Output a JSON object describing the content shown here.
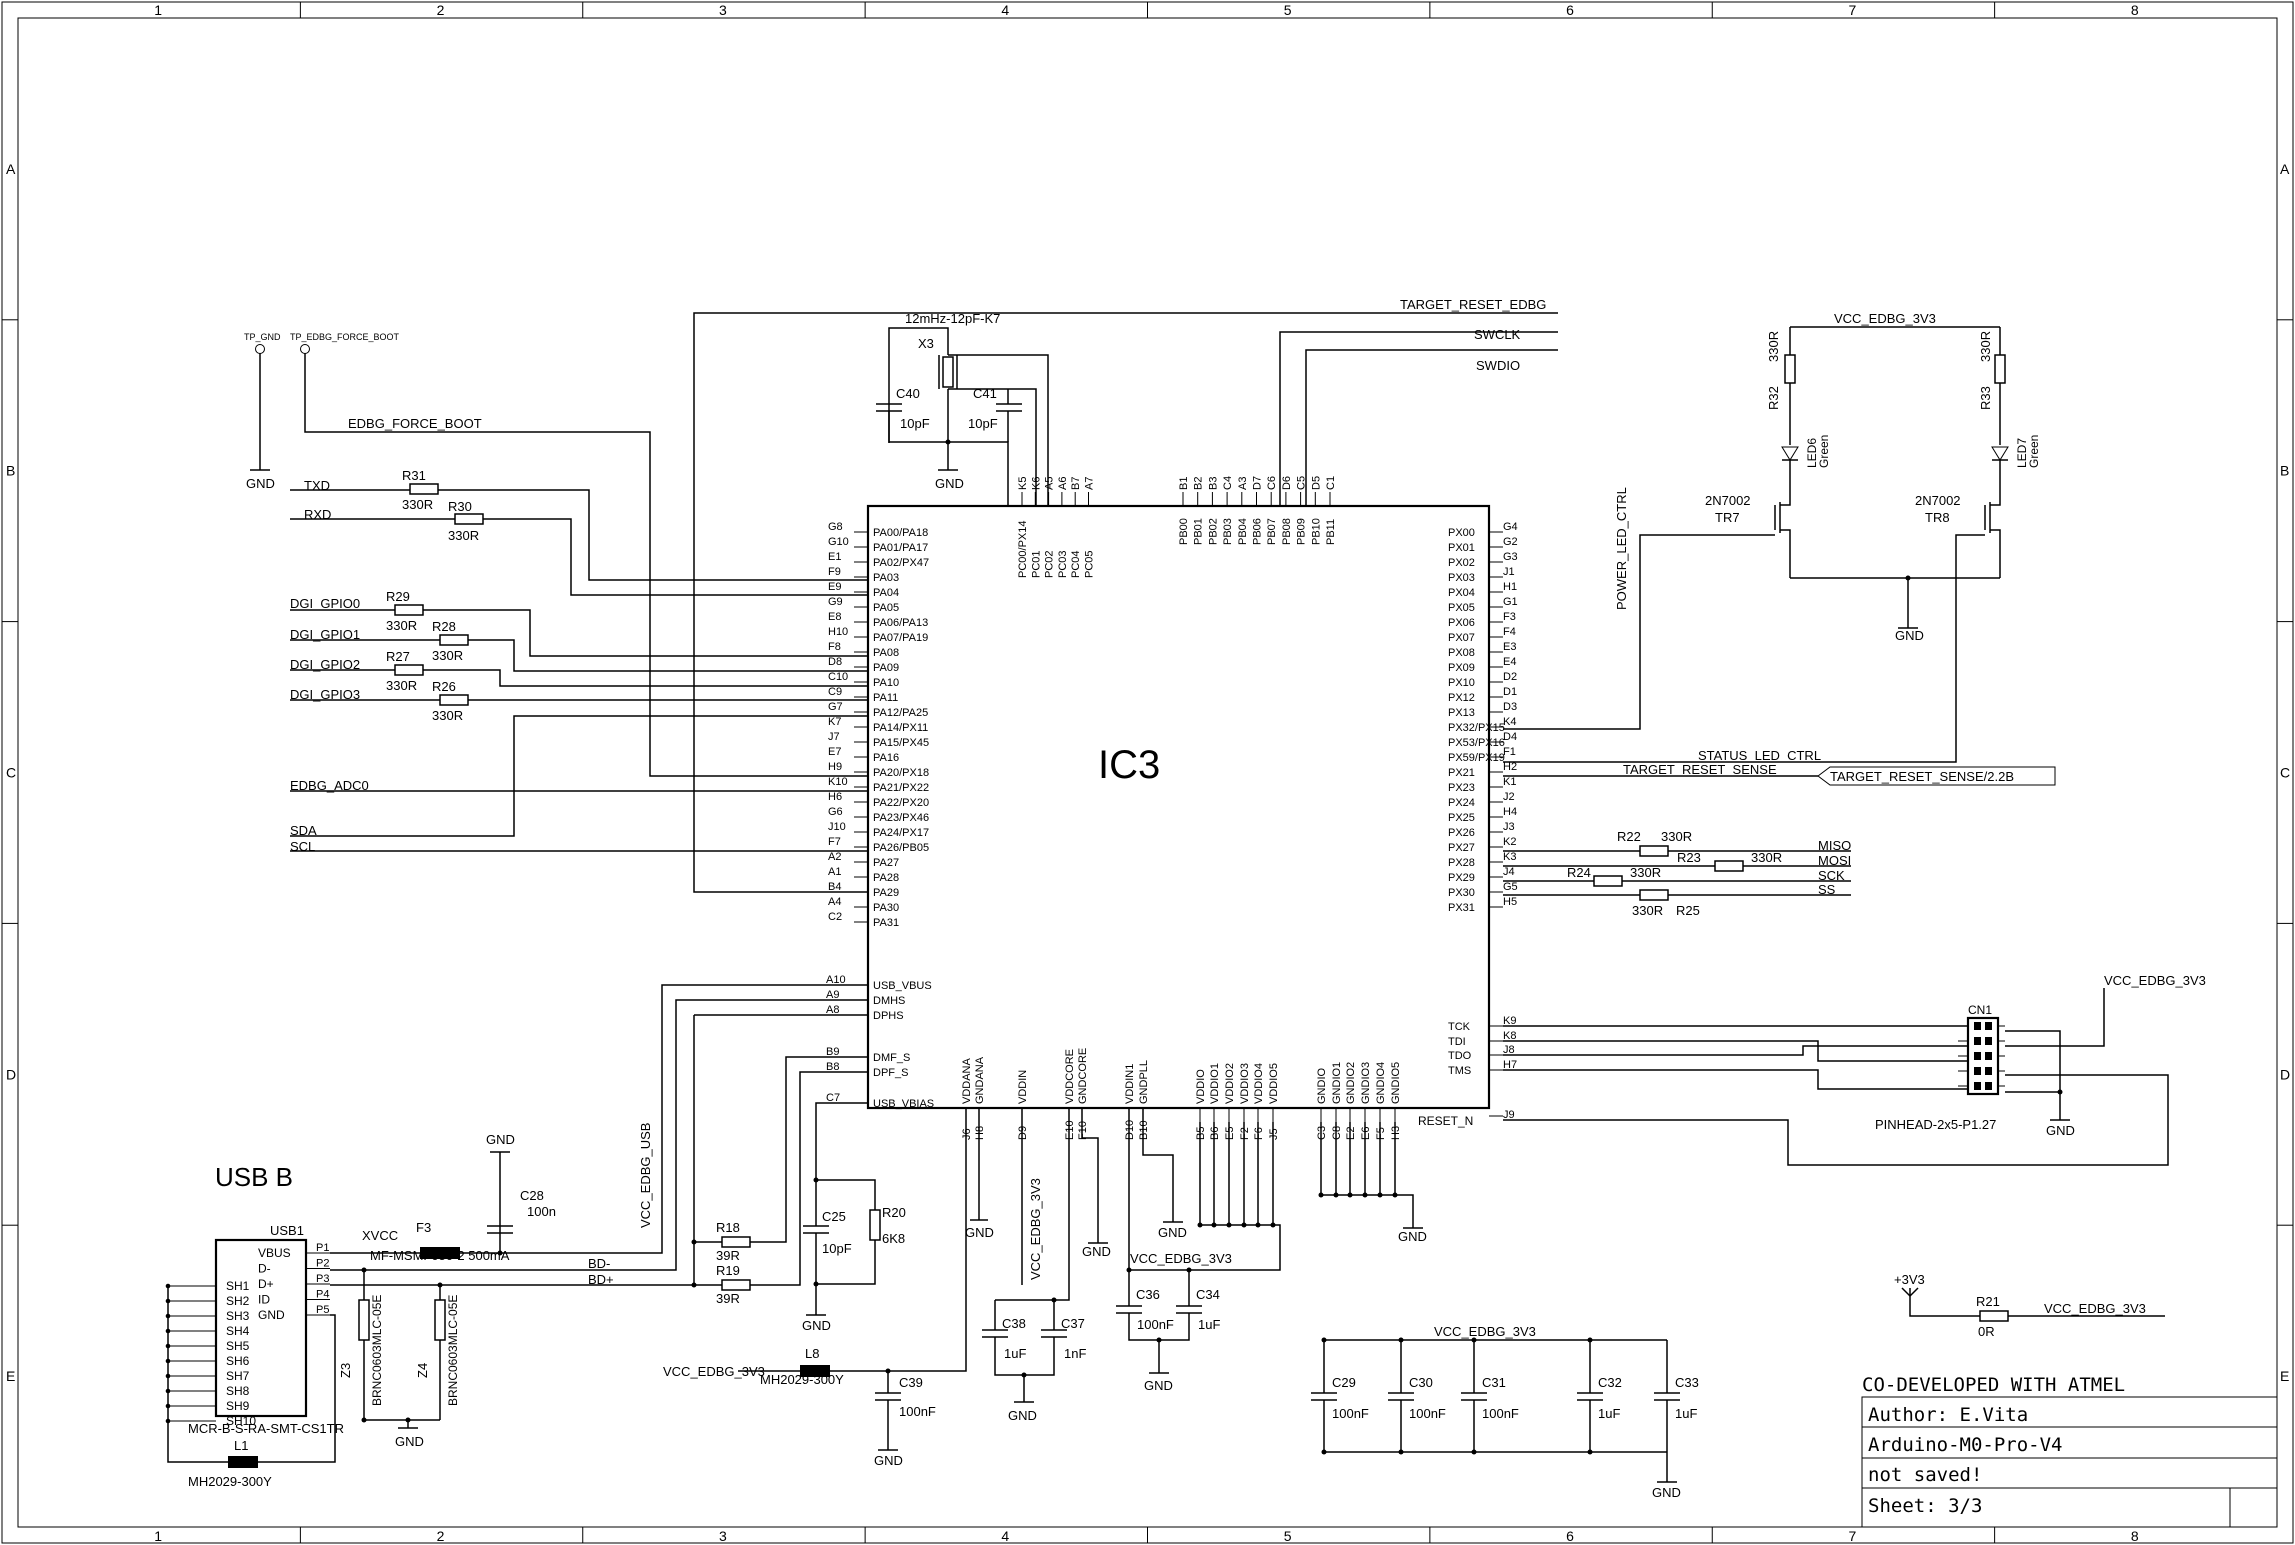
{
  "frame": {
    "cols": [
      "1",
      "2",
      "3",
      "4",
      "5",
      "6",
      "7",
      "8"
    ],
    "rows": [
      "A",
      "B",
      "C",
      "D",
      "E"
    ]
  },
  "ic3": {
    "name": "IC3",
    "left_pins": [
      {
        "num": "G8",
        "label": "PA00/PA18"
      },
      {
        "num": "G10",
        "label": "PA01/PA17"
      },
      {
        "num": "E1",
        "label": "PA02/PX47"
      },
      {
        "num": "F9",
        "label": "PA03"
      },
      {
        "num": "E9",
        "label": "PA04"
      },
      {
        "num": "G9",
        "label": "PA05"
      },
      {
        "num": "E8",
        "label": "PA06/PA13"
      },
      {
        "num": "H10",
        "label": "PA07/PA19"
      },
      {
        "num": "F8",
        "label": "PA08"
      },
      {
        "num": "D8",
        "label": "PA09"
      },
      {
        "num": "C10",
        "label": "PA10"
      },
      {
        "num": "C9",
        "label": "PA11"
      },
      {
        "num": "G7",
        "label": "PA12/PA25"
      },
      {
        "num": "K7",
        "label": "PA14/PX11"
      },
      {
        "num": "J7",
        "label": "PA15/PX45"
      },
      {
        "num": "E7",
        "label": "PA16"
      },
      {
        "num": "H9",
        "label": "PA20/PX18"
      },
      {
        "num": "K10",
        "label": "PA21/PX22"
      },
      {
        "num": "H6",
        "label": "PA22/PX20"
      },
      {
        "num": "G6",
        "label": "PA23/PX46"
      },
      {
        "num": "J10",
        "label": "PA24/PX17"
      },
      {
        "num": "F7",
        "label": "PA26/PB05"
      },
      {
        "num": "A2",
        "label": "PA27"
      },
      {
        "num": "A1",
        "label": "PA28"
      },
      {
        "num": "B4",
        "label": "PA29"
      },
      {
        "num": "A4",
        "label": "PA30"
      },
      {
        "num": "C2",
        "label": "PA31"
      }
    ],
    "usb_pins": [
      {
        "num": "A10",
        "label": "USB_VBUS"
      },
      {
        "num": "A9",
        "label": "DMHS"
      },
      {
        "num": "A8",
        "label": "DPHS"
      },
      {
        "num": "B9",
        "label": "DMF_S"
      },
      {
        "num": "B8",
        "label": "DPF_S"
      },
      {
        "num": "C7",
        "label": "USB_VBIAS"
      }
    ],
    "right_pins": [
      {
        "num": "G4",
        "label": "PX00"
      },
      {
        "num": "G2",
        "label": "PX01"
      },
      {
        "num": "G3",
        "label": "PX02"
      },
      {
        "num": "J1",
        "label": "PX03"
      },
      {
        "num": "H1",
        "label": "PX04"
      },
      {
        "num": "G1",
        "label": "PX05"
      },
      {
        "num": "F3",
        "label": "PX06"
      },
      {
        "num": "F4",
        "label": "PX07"
      },
      {
        "num": "E3",
        "label": "PX08"
      },
      {
        "num": "E4",
        "label": "PX09"
      },
      {
        "num": "D2",
        "label": "PX10"
      },
      {
        "num": "D1",
        "label": "PX12"
      },
      {
        "num": "D3",
        "label": "PX13"
      },
      {
        "num": "K4",
        "label": "PX32/PX15"
      },
      {
        "num": "D4",
        "label": "PX53/PX16"
      },
      {
        "num": "F1",
        "label": "PX59/PX19"
      },
      {
        "num": "H2",
        "label": "PX21"
      },
      {
        "num": "K1",
        "label": "PX23"
      },
      {
        "num": "J2",
        "label": "PX24"
      },
      {
        "num": "H4",
        "label": "PX25"
      },
      {
        "num": "J3",
        "label": "PX26"
      },
      {
        "num": "K2",
        "label": "PX27"
      },
      {
        "num": "K3",
        "label": "PX28"
      },
      {
        "num": "J4",
        "label": "PX29"
      },
      {
        "num": "G5",
        "label": "PX30"
      },
      {
        "num": "H5",
        "label": "PX31"
      }
    ],
    "jtag_pins": [
      {
        "num": "K9",
        "label": "TCK"
      },
      {
        "num": "K8",
        "label": "TDI"
      },
      {
        "num": "J8",
        "label": "TDO"
      },
      {
        "num": "H7",
        "label": "TMS"
      }
    ],
    "reset_pin": {
      "num": "J9",
      "label": "RESET_N"
    },
    "top_pins_a": [
      {
        "num": "K5",
        "label": "PC00/PX14"
      },
      {
        "num": "K6",
        "label": "PC01"
      },
      {
        "num": "A5",
        "label": "PC02"
      },
      {
        "num": "A6",
        "label": "PC03"
      },
      {
        "num": "B7",
        "label": "PC04"
      },
      {
        "num": "A7",
        "label": "PC05"
      }
    ],
    "top_pins_b": [
      {
        "num": "B1",
        "label": "PB00"
      },
      {
        "num": "B2",
        "label": "PB01"
      },
      {
        "num": "B3",
        "label": "PB02"
      },
      {
        "num": "C4",
        "label": "PB03"
      },
      {
        "num": "A3",
        "label": "PB04"
      },
      {
        "num": "D7",
        "label": "PB06"
      },
      {
        "num": "C6",
        "label": "PB07"
      },
      {
        "num": "D6",
        "label": "PB08"
      },
      {
        "num": "C5",
        "label": "PB09"
      },
      {
        "num": "D5",
        "label": "PB10"
      },
      {
        "num": "C1",
        "label": "PB11"
      }
    ],
    "bottom_pins": [
      {
        "num": "J6",
        "label": "VDDANA"
      },
      {
        "num": "H8",
        "label": "GNDANA"
      },
      {
        "num": "D9",
        "label": "VDDIN"
      },
      {
        "num": "E10",
        "label": "VDDCORE"
      },
      {
        "num": "F10",
        "label": "GNDCORE"
      },
      {
        "num": "D10",
        "label": "VDDIN1"
      },
      {
        "num": "B10",
        "label": "GNDPLL"
      },
      {
        "num": "B5",
        "label": "VDDIO"
      },
      {
        "num": "B6",
        "label": "VDDIO1"
      },
      {
        "num": "E5",
        "label": "VDDIO2"
      },
      {
        "num": "F2",
        "label": "VDDIO3"
      },
      {
        "num": "F6",
        "label": "VDDIO4"
      },
      {
        "num": "J5",
        "label": "VDDIO5"
      },
      {
        "num": "C3",
        "label": "GNDIO"
      },
      {
        "num": "C8",
        "label": "GNDIO1"
      },
      {
        "num": "E2",
        "label": "GNDIO2"
      },
      {
        "num": "E6",
        "label": "GNDIO3"
      },
      {
        "num": "F5",
        "label": "GNDIO4"
      },
      {
        "num": "H3",
        "label": "GNDIO5"
      }
    ]
  },
  "nets": {
    "target_reset_edbg": "TARGET_RESET_EDBG",
    "swclk": "SWCLK",
    "swdio": "SWDIO",
    "edbg_force_boot": "EDBG_FORCE_BOOT",
    "txd": "TXD",
    "rxd": "RXD",
    "gpio0": "DGI_GPIO0",
    "gpio1": "DGI_GPIO1",
    "gpio2": "DGI_GPIO2",
    "gpio3": "DGI_GPIO3",
    "adc0": "EDBG_ADC0",
    "sda": "SDA",
    "scl": "SCL",
    "power_led": "POWER_LED_CTRL",
    "status_led": "STATUS_LED_CTRL",
    "target_reset_sense": "TARGET_RESET_SENSE",
    "target_reset_sense_port": "TARGET_RESET_SENSE/2.2B",
    "miso": "MISO",
    "mosi": "MOSI",
    "sck": "SCK",
    "ss": "SS",
    "vcc_usb": "VCC_EDBG_USB",
    "xvcc": "XVCC",
    "bdm": "BD-",
    "bdp": "BD+",
    "vcc3v3": "VCC_EDBG_3V3",
    "gnd": "GND",
    "p3v3": "+3V3",
    "tp_gnd": "TP_GND",
    "tp_force": "TP_EDBG_FORCE_BOOT"
  },
  "parts": {
    "crystal": {
      "ref": "X3",
      "value": "12mHz-12pF-K7"
    },
    "c40": {
      "ref": "C40",
      "value": "10pF"
    },
    "c41": {
      "ref": "C41",
      "value": "10pF"
    },
    "r31": {
      "ref": "R31",
      "value": "330R"
    },
    "r30": {
      "ref": "R30",
      "value": "330R"
    },
    "r29": {
      "ref": "R29",
      "value": "330R"
    },
    "r28": {
      "ref": "R28",
      "value": "330R"
    },
    "r27": {
      "ref": "R27",
      "value": "330R"
    },
    "r26": {
      "ref": "R26",
      "value": "330R"
    },
    "r32": {
      "ref": "R32",
      "value": "330R"
    },
    "r33": {
      "ref": "R33",
      "value": "330R"
    },
    "led6": {
      "ref": "LED6",
      "value": "Green"
    },
    "led7": {
      "ref": "LED7",
      "value": "Green"
    },
    "tr7": {
      "ref": "TR7",
      "value": "2N7002"
    },
    "tr8": {
      "ref": "TR8",
      "value": "2N7002"
    },
    "r22": {
      "ref": "R22",
      "value": "330R"
    },
    "r23": {
      "ref": "R23",
      "value": "330R"
    },
    "r24": {
      "ref": "R24",
      "value": "330R"
    },
    "r25": {
      "ref": "R25",
      "value": "330R"
    },
    "cn1": {
      "ref": "CN1",
      "value": "PINHEAD-2x5-P1.27"
    },
    "c28": {
      "ref": "C28",
      "value": "100n"
    },
    "f3": {
      "ref": "F3",
      "value": "MF-MSMF050-2 500mA"
    },
    "r18": {
      "ref": "R18",
      "value": "39R"
    },
    "r19": {
      "ref": "R19",
      "value": "39R"
    },
    "c25": {
      "ref": "C25",
      "value": "10pF"
    },
    "r20": {
      "ref": "R20",
      "value": "6K8"
    },
    "l8": {
      "ref": "L8",
      "value": "MH2029-300Y"
    },
    "c39": {
      "ref": "C39",
      "value": "100nF"
    },
    "c38": {
      "ref": "C38",
      "value": "1uF"
    },
    "c37": {
      "ref": "C37",
      "value": "1nF"
    },
    "c36": {
      "ref": "C36",
      "value": "100nF"
    },
    "c34": {
      "ref": "C34",
      "value": "1uF"
    },
    "c29": {
      "ref": "C29",
      "value": "100nF"
    },
    "c30": {
      "ref": "C30",
      "value": "100nF"
    },
    "c31": {
      "ref": "C31",
      "value": "100nF"
    },
    "c32": {
      "ref": "C32",
      "value": "1uF"
    },
    "c33": {
      "ref": "C33",
      "value": "1uF"
    },
    "r21": {
      "ref": "R21",
      "value": "0R"
    },
    "usb1": {
      "ref": "USB1",
      "value": "MCR-B-S-RA-SMT-CS1TR",
      "title": "USB B",
      "pins_left": [
        "VBUS",
        "D-",
        "D+",
        "ID",
        "GND"
      ],
      "pins_num": [
        "P1",
        "P2",
        "P3",
        "P4",
        "P5"
      ],
      "shields": [
        "SH1",
        "SH2",
        "SH3",
        "SH4",
        "SH5",
        "SH6",
        "SH7",
        "SH8",
        "SH9",
        "SH10"
      ]
    },
    "l1": {
      "ref": "L1",
      "value": "MH2029-300Y"
    },
    "z3": {
      "ref": "Z3",
      "value": "BRNC0603MLC-05E"
    },
    "z4": {
      "ref": "Z4",
      "value": "BRNC0603MLC-05E"
    }
  },
  "title_block": {
    "codev": "CO-DEVELOPED WITH ATMEL",
    "author": "Author: E.Vita",
    "project": "Arduino-M0-Pro-V4",
    "status": "not saved!",
    "sheet": "Sheet: 3/3"
  }
}
